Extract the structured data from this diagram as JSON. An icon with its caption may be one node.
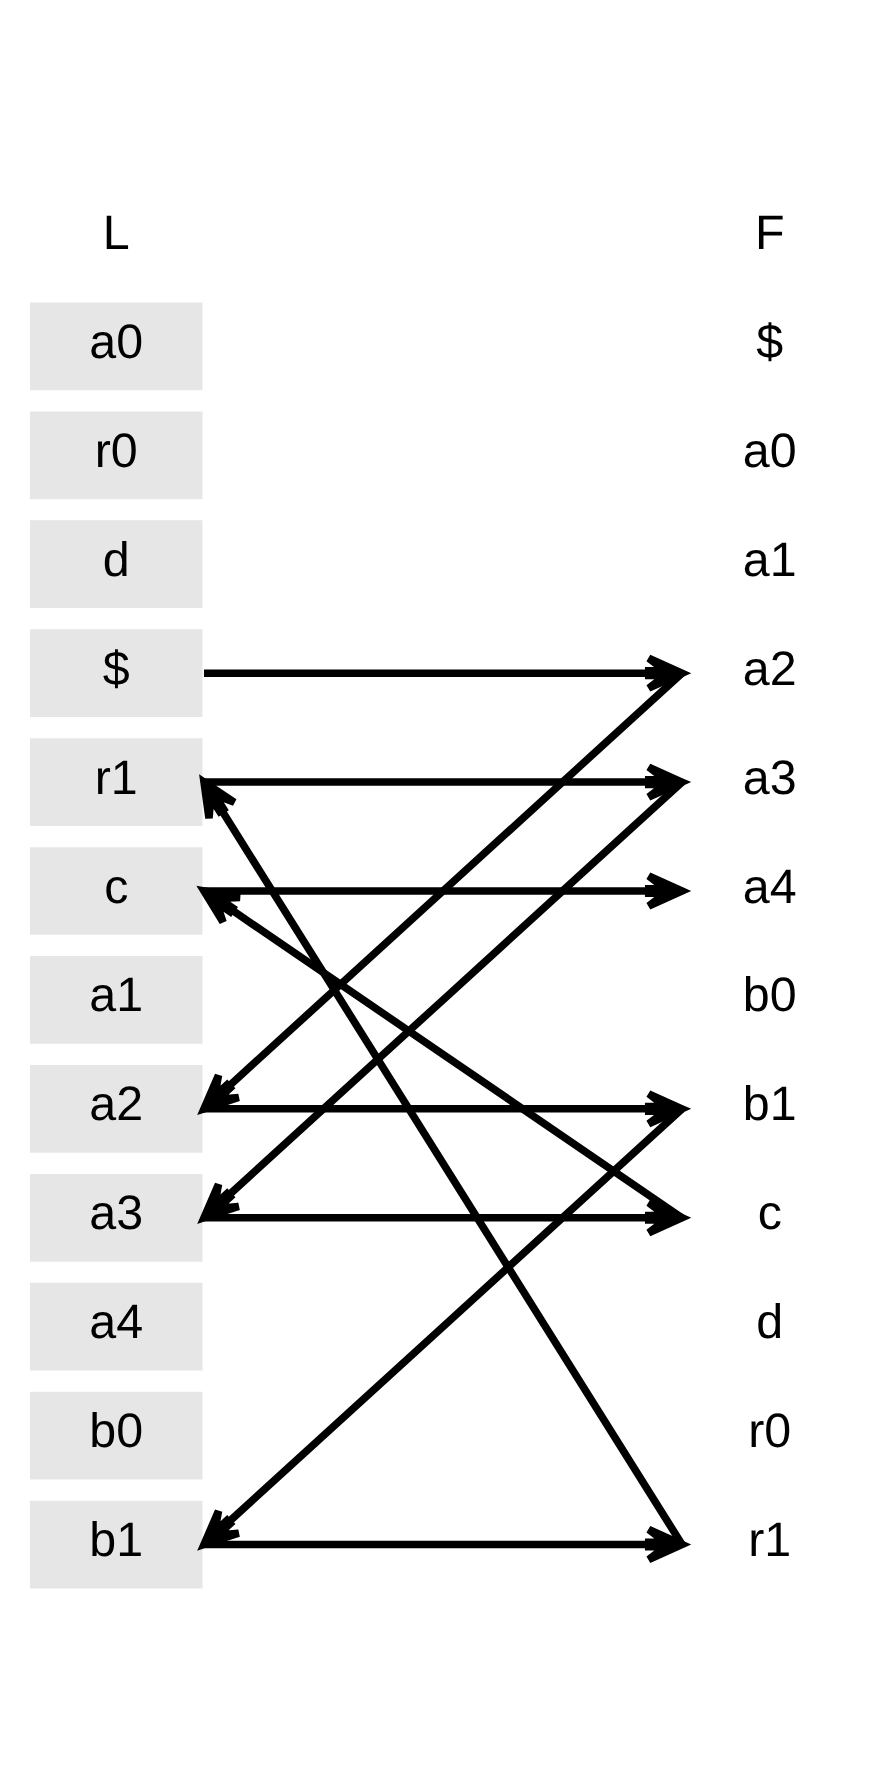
{
  "diagram": {
    "nodes": [
      {
        "text": [
          "a0"
        ]
      },
      {
        "text": [
          "r0"
        ]
      },
      {
        "text": [
          "d"
        ]
      },
      {
        "text": [
          "$"
        ]
      },
      {
        "text": [
          "r1"
        ]
      },
      {
        "text": [
          "c"
        ]
      },
      {
        "text": [
          "a1"
        ]
      },
      {
        "text": [
          "a2"
        ]
      },
      {
        "text": [
          "a3"
        ]
      },
      {
        "text": [
          "a4"
        ]
      },
      {
        "text": [
          "b0"
        ]
      },
      {
        "text": [
          "b1"
        ]
      },
      {
        "text": [
          "$"
        ]
      },
      {
        "text": [
          "a0"
        ]
      },
      {
        "text": [
          "a1"
        ]
      },
      {
        "text": [
          "a2"
        ]
      },
      {
        "text": [
          "a3"
        ]
      },
      {
        "text": [
          "a4"
        ]
      },
      {
        "text": [
          "b0"
        ]
      },
      {
        "text": [
          "b1"
        ]
      },
      {
        "text": [
          "c"
        ]
      },
      {
        "text": [
          "d"
        ]
      },
      {
        "text": [
          "r0"
        ]
      },
      {
        "text": [
          "r1"
        ]
      }
    ],
    "edges": [
      {
        "from": 3,
        "to": 15,
        "arrow": "to"
      },
      {
        "from": 15,
        "to": 7,
        "arrow": "to"
      },
      {
        "from": 7,
        "to": 19,
        "arrow": "to"
      },
      {
        "from": 19,
        "to": 11,
        "arrow": "to"
      },
      {
        "from": 11,
        "to": 23,
        "arrow": "to"
      },
      {
        "from": 23,
        "to": 4,
        "arrow": "to"
      },
      {
        "from": 4,
        "to": 16,
        "arrow": "to"
      },
      {
        "from": 16,
        "to": 8,
        "arrow": "to"
      },
      {
        "from": 8,
        "to": 20,
        "arrow": "to"
      },
      {
        "from": 20,
        "to": 5,
        "arrow": "to"
      },
      {
        "from": 5,
        "to": 17,
        "arrow": "to"
      }
    ],
    "labels": [
      "L",
      "F"
    ]
  }
}
